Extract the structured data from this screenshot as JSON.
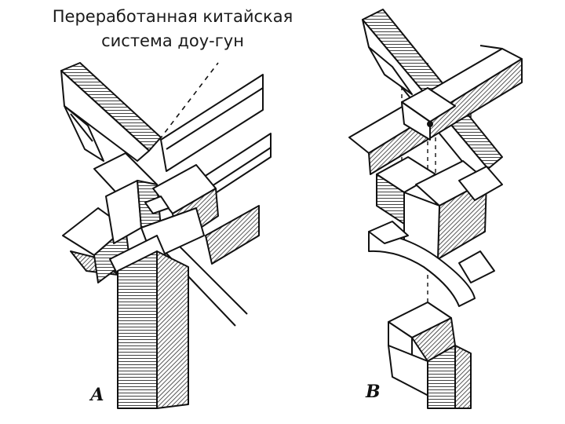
{
  "title": {
    "line1": "Переработанная китайская",
    "line2": "система доу-гун"
  },
  "labels": {
    "a": "А",
    "b": "В"
  }
}
